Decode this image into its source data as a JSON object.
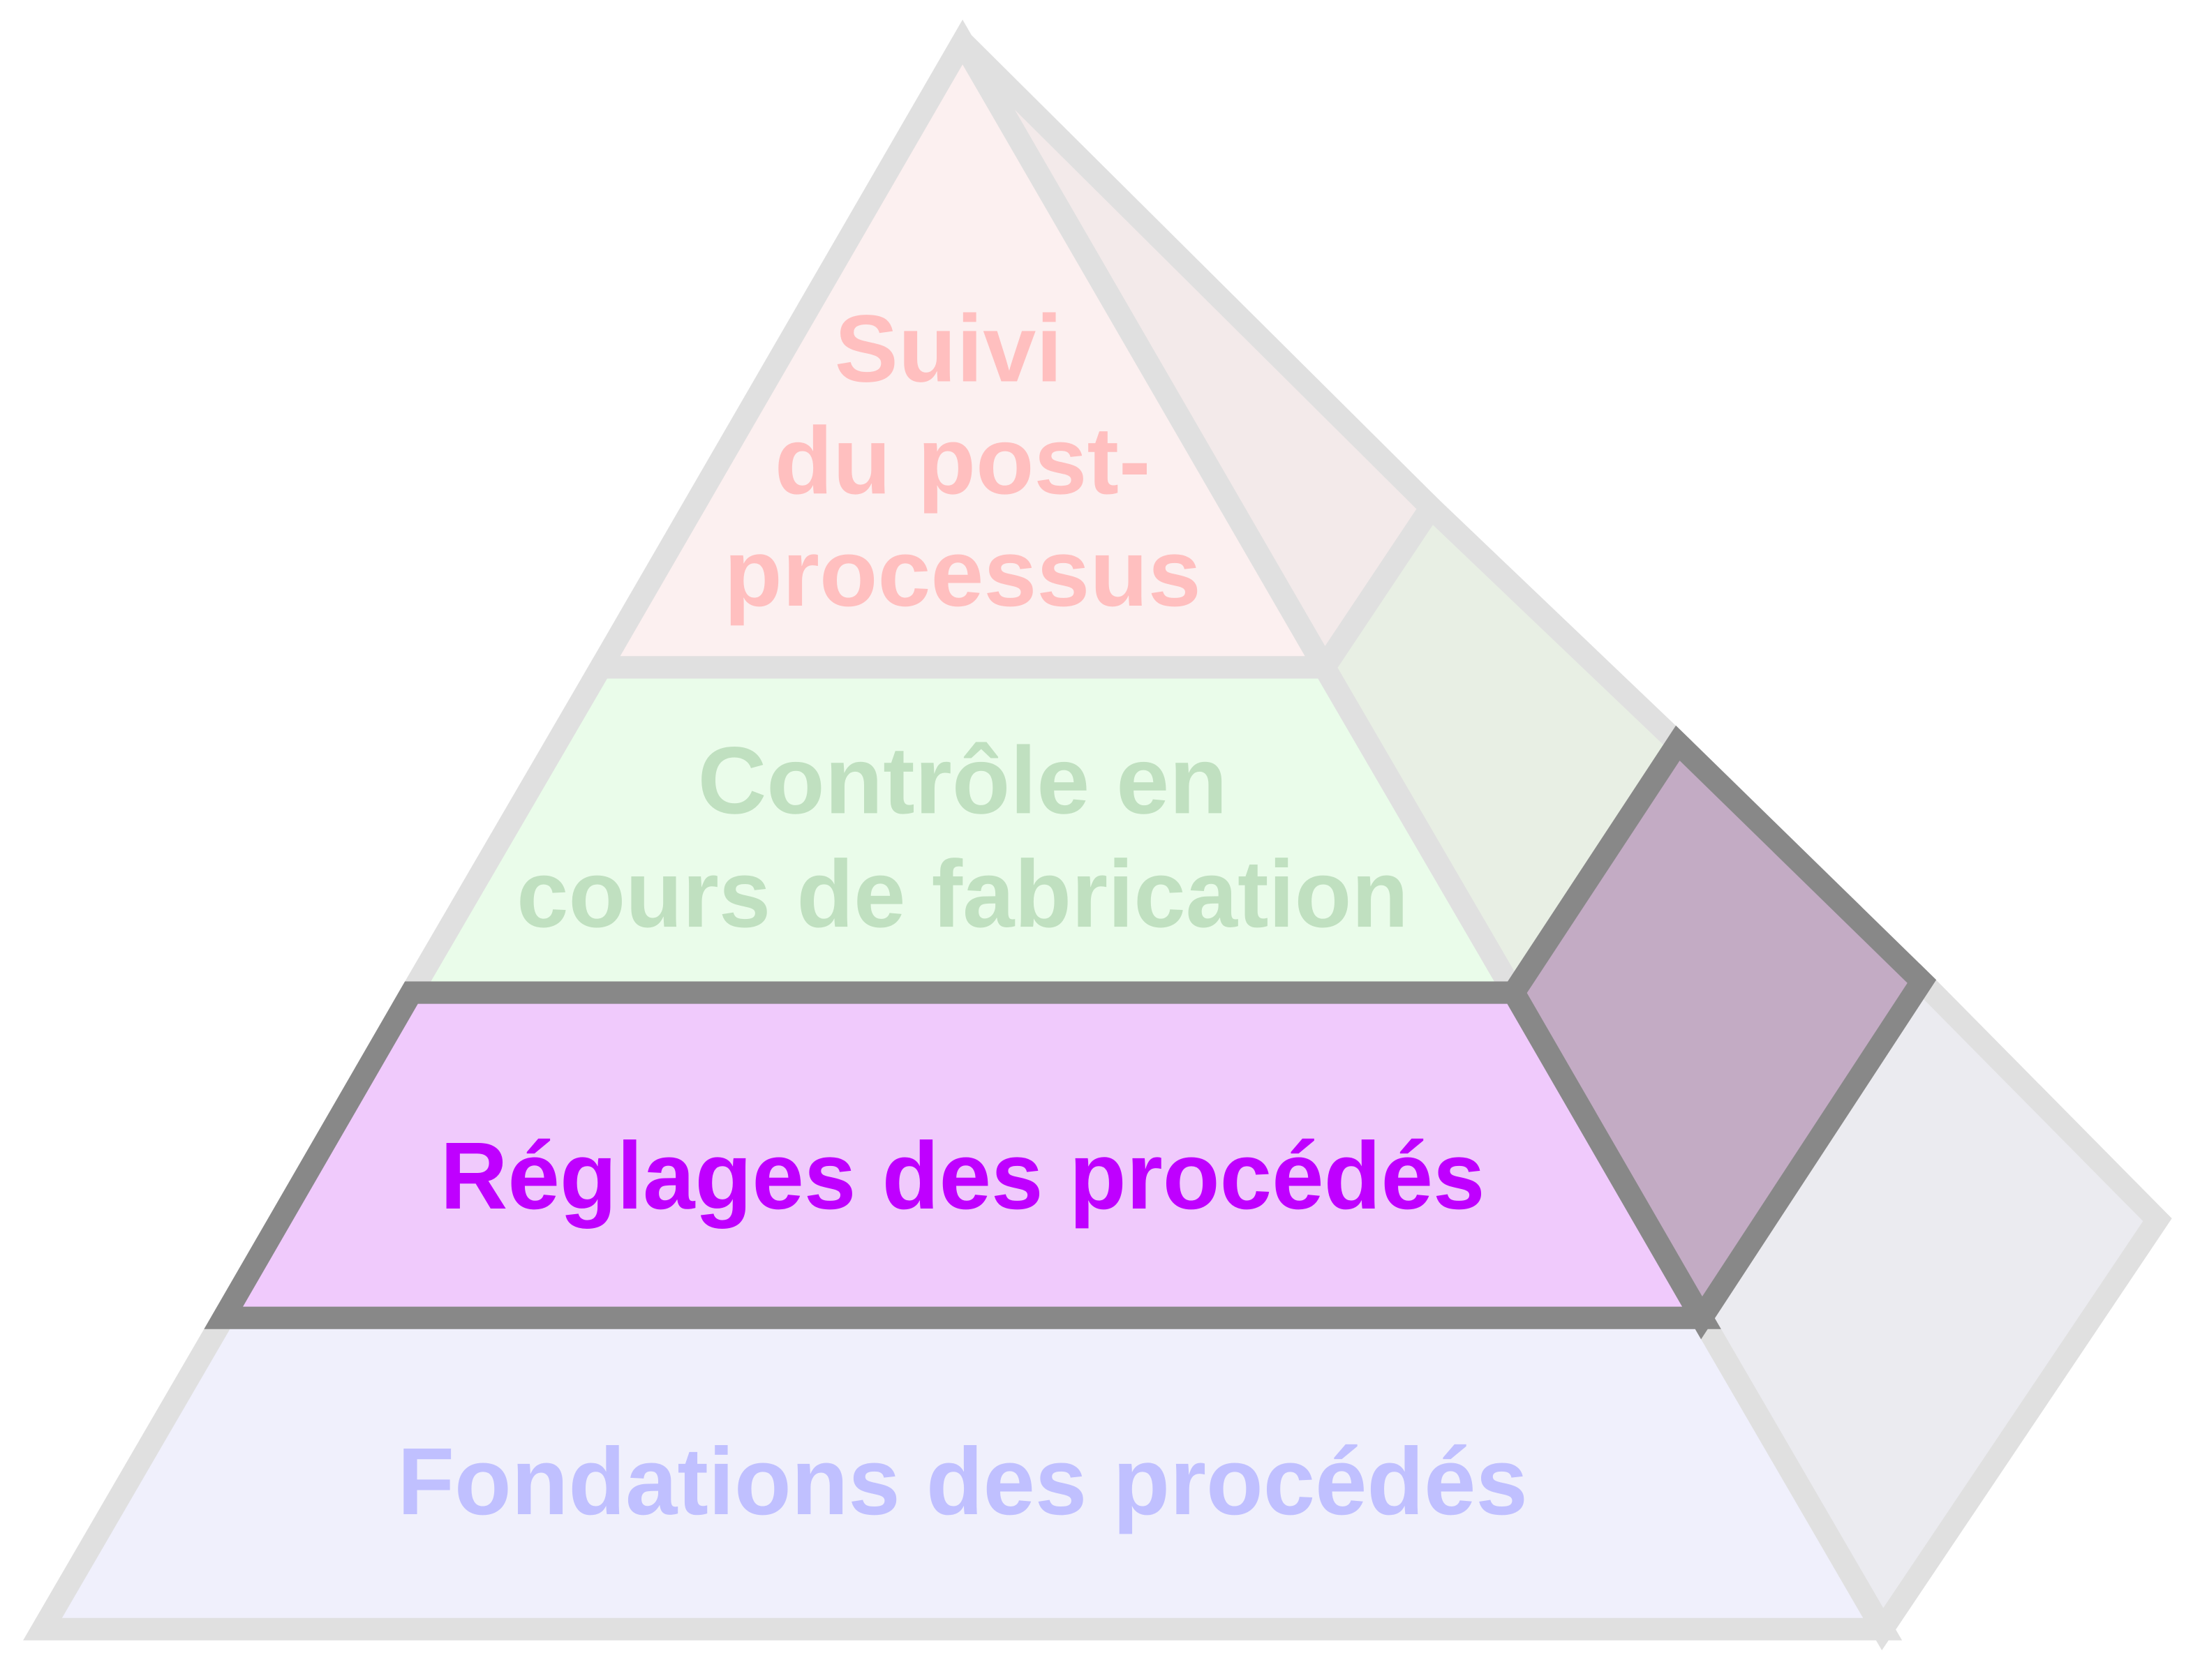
{
  "title": "Pyramide des procédés",
  "layers": [
    {
      "lines": [
        "Suivi",
        "du post-",
        "processus"
      ],
      "text_color": "#ffbfbf",
      "fill": "#fcf0f0",
      "side_fill": "#f3eaea",
      "highlighted": false
    },
    {
      "lines": [
        "Contrôle en",
        "cours de fabrication"
      ],
      "text_color": "#c0e0c0",
      "fill": "#eafcea",
      "side_fill": "#e8efe4",
      "highlighted": false
    },
    {
      "lines": [
        "Réglages des procédés"
      ],
      "text_color": "#bf00ff",
      "fill": "#f0cafc",
      "side_fill": "#c3abc4",
      "highlighted": true
    },
    {
      "lines": [
        "Fondations des procédés"
      ],
      "text_color": "#c0c0ff",
      "fill": "#f0f0fc",
      "side_fill": "#ebebf0",
      "highlighted": false
    }
  ],
  "colors": {
    "outline": "#e0e0e0",
    "highlight_outline": "#888888"
  }
}
